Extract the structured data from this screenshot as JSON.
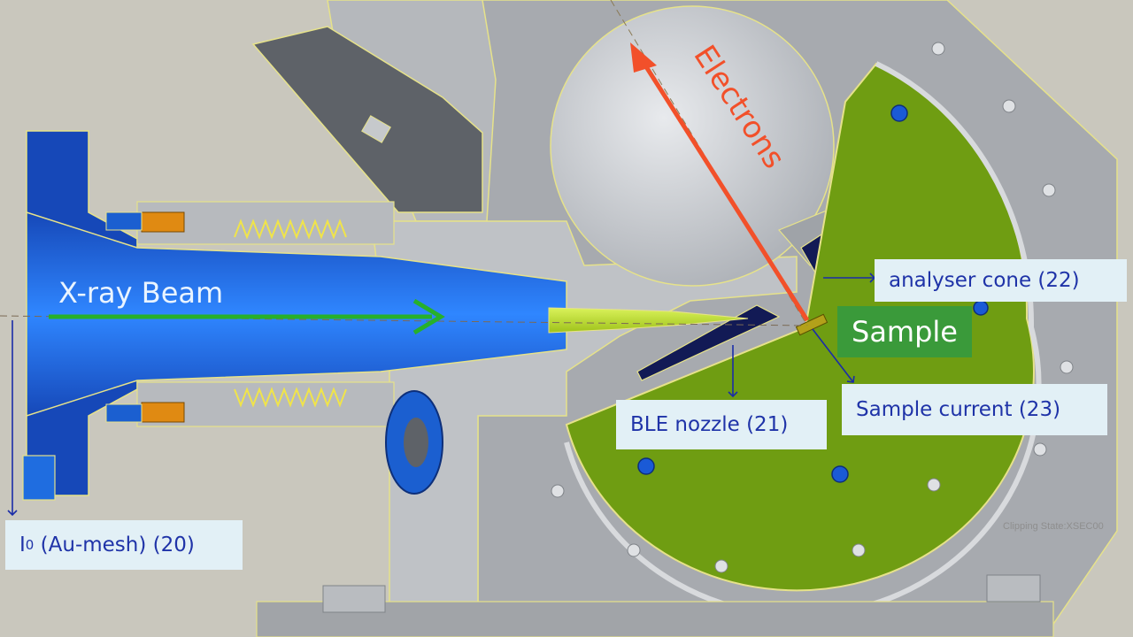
{
  "labels": {
    "electrons": "Electrons",
    "xray_beam": "X-ray Beam",
    "sample": "Sample",
    "analyser_cone": "analyser cone (22)",
    "sample_current": "Sample current (23)",
    "ble_nozzle": "BLE nozzle (21)",
    "i0_prefix": "I",
    "i0_sub": "0",
    "i0_suffix": " (Au-mesh) (20)",
    "clipping_state": "Clipping State:XSEC00"
  },
  "colors": {
    "background": "#c9c7bd",
    "housing_grey": "#a7aaaf",
    "light_grey": "#c3c6cb",
    "dark_grey": "#5e6268",
    "beamline_blue": "#1b5fd0",
    "green_plate": "#6f9d12",
    "electrons_arrow": "#f2502a",
    "xray_arrow": "#27b02b",
    "label_box": "#e2f0f6",
    "label_text": "#1f33a8",
    "sample_box": "#3a9a3a"
  }
}
